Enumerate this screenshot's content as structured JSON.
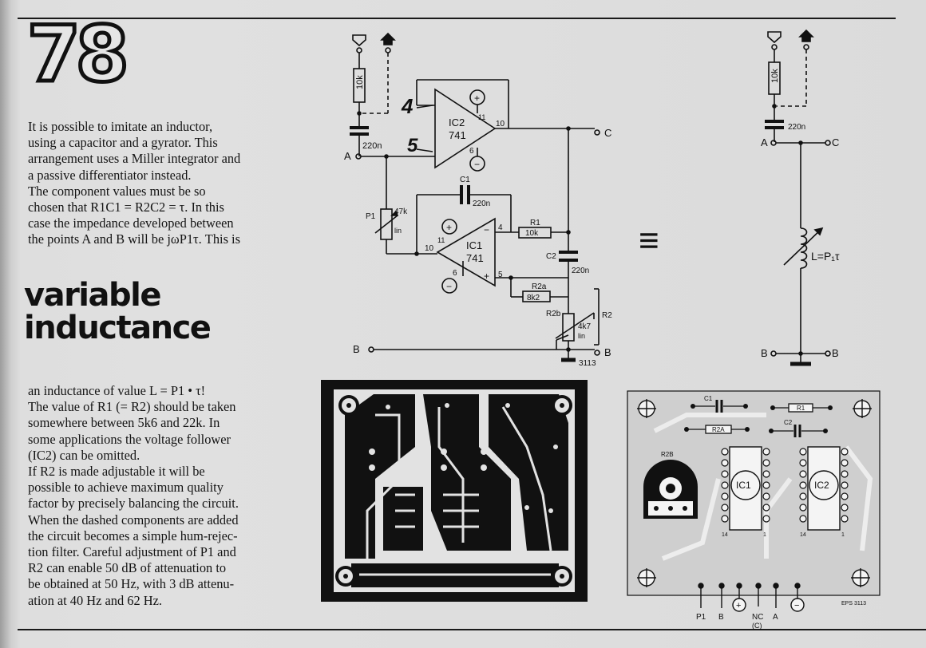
{
  "article": {
    "number": "78",
    "title_lines": [
      "variable",
      "inductance"
    ],
    "paragraph1_lines": [
      "It is possible to imitate an inductor,",
      "using a capacitor and a gyrator. This",
      "arrangement uses a Miller integrator and",
      "a passive differentiator instead.",
      "The component values must be so",
      "chosen that R1C1 = R2C2 = τ. In this",
      "case the impedance developed between",
      "the points A and B will be jωP1τ. This is"
    ],
    "paragraph2_lines": [
      "an inductance of value L = P1 • τ!",
      "The value of R1 (= R2) should be taken",
      "somewhere between 5k6 and 22k. In",
      "some applications the voltage follower",
      "(IC2) can be omitted.",
      "If R2 is made adjustable it will be",
      "possible to achieve maximum quality",
      "factor by precisely balancing the circuit.",
      "When the dashed components are added",
      "the circuit becomes a simple hum-rejec-",
      "tion filter. Careful adjustment of P1 and",
      "R2 can enable 50 dB of attenuation to",
      "be obtained at 50 Hz, with 3 dB attenu-",
      "ation at 40 Hz and 62 Hz."
    ]
  },
  "schematic": {
    "ic2_name": "IC2",
    "ic2_type": "741",
    "ic2_pin11": "11",
    "ic2_pin10": "10",
    "ic2_pin6": "6",
    "ic1_name": "IC1",
    "ic1_type": "741",
    "ic1_pin11": "11",
    "ic1_pin10": "10",
    "ic1_pin6": "6",
    "ic1_pin4": "4",
    "ic1_pin5": "5",
    "hand_4": "4",
    "hand_5": "5",
    "res_10k_top": "10k",
    "cap_220n_top": "220n",
    "node_a": "A",
    "node_c": "C",
    "node_b_left": "B",
    "node_b_right": "B",
    "c1_name": "C1",
    "c1_value": "220n",
    "r1_name": "R1",
    "r1_value": "10k",
    "c2_name": "C2",
    "c2_value": "220n",
    "p1_name": "P1",
    "p1_value": "47k",
    "p1_lin": "lin",
    "r2a_name": "R2a",
    "r2a_value": "8k2",
    "r2b_name": "R2b",
    "r2b_value": "4k7",
    "r2b_lin": "lin",
    "r2_name": "R2",
    "code": "3113",
    "plus": "+",
    "minus": "−"
  },
  "equivalent": {
    "equiv_sign": "≡",
    "res_10k": "10k",
    "cap_220n": "220n",
    "node_a": "A",
    "node_c": "C",
    "node_b_left": "B",
    "node_b_right": "B",
    "formula": "L=P₁τ"
  },
  "layout": {
    "c1": "C1",
    "r1": "R1",
    "r2a": "R2A",
    "c2": "C2",
    "r2b": "R2B",
    "ic1": "IC1",
    "ic2": "IC2",
    "pin14_left": "14",
    "pin1_left": "1",
    "pin14_right": "14",
    "pin1_right": "1",
    "pad_p1": "P1",
    "pad_b": "B",
    "pad_plus": "+",
    "pad_nc": "NC",
    "pad_c": "(C)",
    "pad_a": "A",
    "pad_minus": "−",
    "eps": "EPS 3113"
  }
}
